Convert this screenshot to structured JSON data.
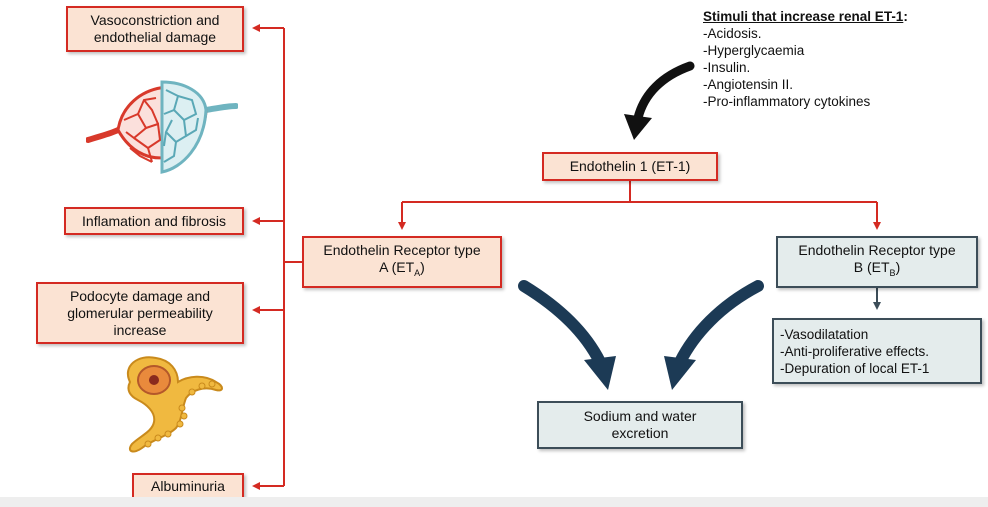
{
  "stimuli": {
    "heading": "Stimuli that increase renal ET-1",
    "heading_suffix": ":",
    "items": [
      "-Acidosis.",
      "-Hyperglycaemia",
      "-Insulin.",
      "-Angiotensin II.",
      "-Pro-inflammatory cytokines"
    ]
  },
  "center": {
    "et1": "Endothelin 1 (ET-1)"
  },
  "receptor_a": {
    "line1": "Endothelin Receptor type",
    "line2_prefix": "A (ET",
    "sub": "A",
    "line2_suffix": ")"
  },
  "receptor_b": {
    "line1": "Endothelin Receptor type",
    "line2_prefix": "B (ET",
    "sub": "B",
    "line2_suffix": ")"
  },
  "sodium": {
    "line1": "Sodium and water",
    "line2": "excretion"
  },
  "effects_b": [
    "-Vasodilatation",
    "-Anti-proliferative effects.",
    "-Depuration of local ET-1"
  ],
  "left_effects": {
    "vaso": [
      "Vasoconstriction and",
      "endothelial damage"
    ],
    "inflam": "Inflamation and fibrosis",
    "podo": [
      "Podocyte damage and",
      "glomerular permeability",
      "increase"
    ],
    "albu": "Albuminuria"
  },
  "colors": {
    "red": "#d42a22",
    "red_fill": "#fbe3d3",
    "grey_fill": "#e4ecec",
    "grey_border": "#3c4d58",
    "navy_arrow": "#1c3a55"
  },
  "icons": [
    "capillary-network-icon",
    "podocyte-cell-icon"
  ]
}
